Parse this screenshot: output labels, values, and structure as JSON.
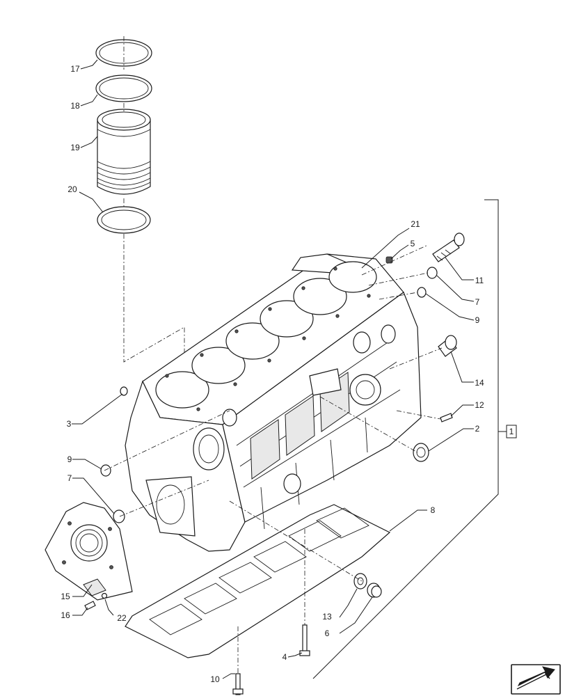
{
  "diagram": {
    "group_label": "1",
    "callouts": [
      {
        "id": "c17",
        "text": "17"
      },
      {
        "id": "c18",
        "text": "18"
      },
      {
        "id": "c19",
        "text": "19"
      },
      {
        "id": "c20",
        "text": "20"
      },
      {
        "id": "c21",
        "text": "21"
      },
      {
        "id": "c5",
        "text": "5"
      },
      {
        "id": "c11",
        "text": "11"
      },
      {
        "id": "c7a",
        "text": "7"
      },
      {
        "id": "c9a",
        "text": "9"
      },
      {
        "id": "c14",
        "text": "14"
      },
      {
        "id": "c12",
        "text": "12"
      },
      {
        "id": "c2",
        "text": "2"
      },
      {
        "id": "c3",
        "text": "3"
      },
      {
        "id": "c9b",
        "text": "9"
      },
      {
        "id": "c7b",
        "text": "7"
      },
      {
        "id": "c8",
        "text": "8"
      },
      {
        "id": "c15",
        "text": "15"
      },
      {
        "id": "c16",
        "text": "16"
      },
      {
        "id": "c22",
        "text": "22"
      },
      {
        "id": "c13",
        "text": "13"
      },
      {
        "id": "c6",
        "text": "6"
      },
      {
        "id": "c4",
        "text": "4"
      },
      {
        "id": "c10",
        "text": "10"
      }
    ]
  },
  "nav_icon": "return-arrow-icon"
}
